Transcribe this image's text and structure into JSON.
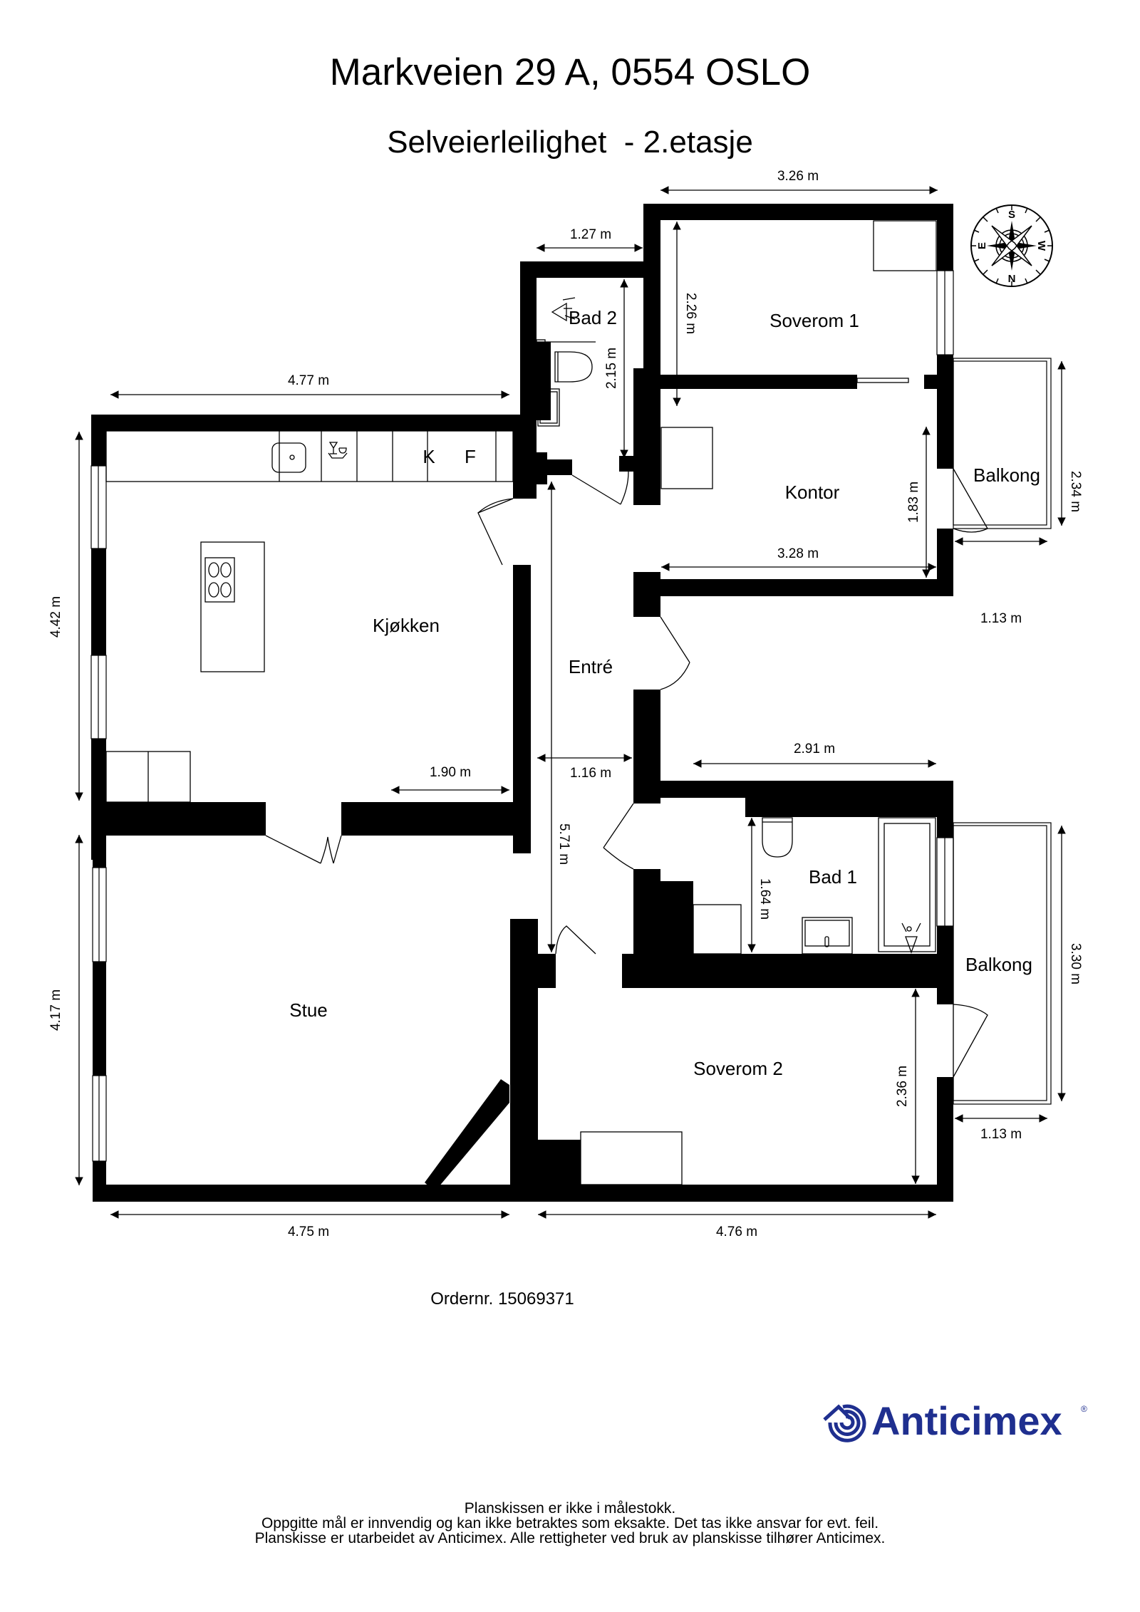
{
  "header": {
    "address": "Markveien 29 A, 0554 OSLO",
    "subtitle": "Selveierleilighet  - 2.etasje"
  },
  "rooms": {
    "kjokken": "Kjøkken",
    "stue": "Stue",
    "entre": "Entré",
    "bad1": "Bad 1",
    "bad2": "Bad 2",
    "soverom1": "Soverom 1",
    "soverom2": "Soverom 2",
    "kontor": "Kontor",
    "balkong_upper": "Balkong",
    "balkong_lower": "Balkong"
  },
  "appliances": {
    "fridge_label": "K",
    "freezer_label": "F"
  },
  "dimensions": {
    "kjokken_width": "4.77 m",
    "kjokken_height": "4.42 m",
    "kjokken_opening": "1.90 m",
    "stue_width": "4.75 m",
    "stue_height": "4.17 m",
    "bad2_width": "1.27 m",
    "bad2_height": "2.15 m",
    "soverom1_width": "3.26 m",
    "soverom1_height": "2.26 m",
    "kontor_width": "3.28 m",
    "kontor_height": "1.83 m",
    "balkong_upper_width": "1.13 m",
    "balkong_upper_height": "2.34 m",
    "entre_width": "1.16 m",
    "entre_height": "5.71 m",
    "bad1_width": "2.91 m",
    "bad1_height": "1.64 m",
    "soverom2_width": "4.76 m",
    "soverom2_height": "2.36 m",
    "balkong_lower_width": "1.13 m",
    "balkong_lower_height": "3.30 m"
  },
  "compass": {
    "top": "S",
    "bottom": "N",
    "left": "E",
    "right": "W"
  },
  "order": "Ordernr. 15069371",
  "logo": {
    "name": "Anticimex",
    "registered": "®",
    "color": "#1f2f8f"
  },
  "footer": {
    "line1": "Planskissen er ikke i målestokk.",
    "line2": "Oppgitte mål er innvendig og kan ikke betraktes som eksakte. Det tas ikke ansvar for evt. feil.",
    "line3": "Planskisse er utarbeidet av Anticimex. Alle rettigheter ved bruk av planskisse tilhører Anticimex."
  }
}
